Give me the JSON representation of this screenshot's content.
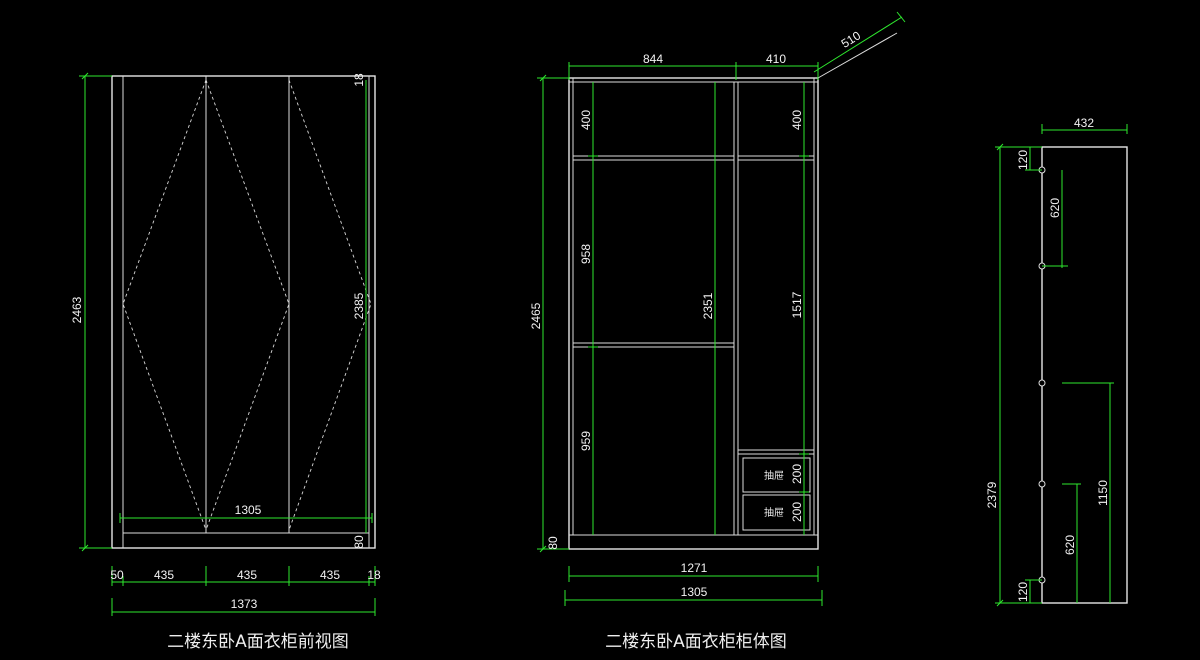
{
  "front_view": {
    "title": "二楼东卧A面衣柜前视图",
    "dims": {
      "height_total": "2463",
      "height_inner": "2385",
      "top": "18",
      "bottom": "80",
      "inner_width": "1305",
      "left_side": "50",
      "door1": "435",
      "door2": "435",
      "door3": "435",
      "right_side": "18",
      "overall_width": "1373"
    }
  },
  "body_view": {
    "title": "二楼东卧A面衣柜柜体图",
    "dims": {
      "left_width": "844",
      "right_width": "410",
      "depth": "510",
      "left_top": "400",
      "right_top": "400",
      "left_mid": "958",
      "left_bottom": "959",
      "center_height": "2351",
      "right_mid": "1517",
      "drawer1": "200",
      "drawer2": "200",
      "height_total": "2465",
      "plinth": "80",
      "inner_width": "1271",
      "overall_width": "1305"
    },
    "drawer_label": "抽屉"
  },
  "side_view": {
    "dims": {
      "width": "432",
      "height_total": "2379",
      "top_gap": "120",
      "top_spacing": "620",
      "mid_span": "1150",
      "bottom_spacing": "620",
      "bottom_gap": "120"
    }
  }
}
